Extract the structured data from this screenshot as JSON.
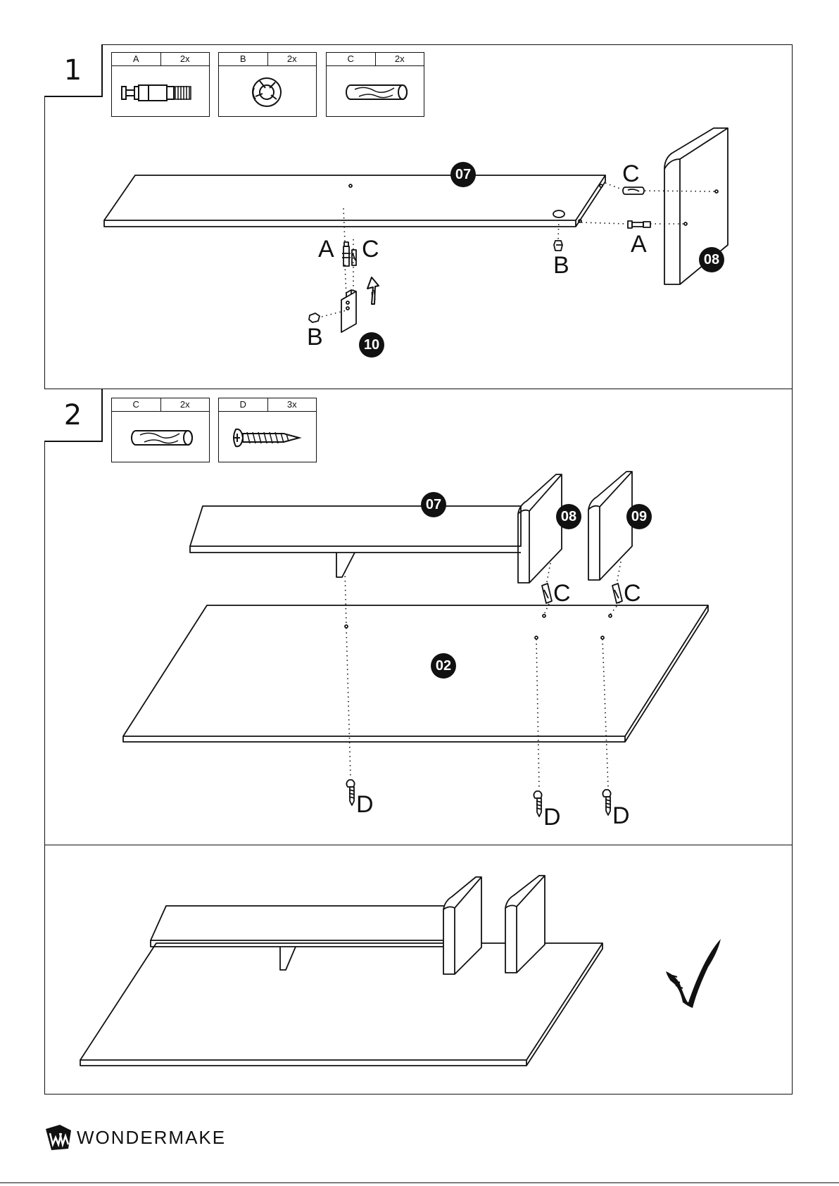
{
  "steps": [
    {
      "number": "1",
      "parts": [
        {
          "letter": "A",
          "qty": "2x",
          "icon": "cam-bolt-icon"
        },
        {
          "letter": "B",
          "qty": "2x",
          "icon": "cam-lock-icon"
        },
        {
          "letter": "C",
          "qty": "2x",
          "icon": "wood-dowel-icon"
        }
      ]
    },
    {
      "number": "2",
      "parts": [
        {
          "letter": "C",
          "qty": "2x",
          "icon": "wood-dowel-icon"
        },
        {
          "letter": "D",
          "qty": "3x",
          "icon": "screw-icon"
        }
      ]
    }
  ],
  "step1_labels": {
    "panel_top": "07",
    "panel_side": "08",
    "panel_support": "10",
    "a": "A",
    "b": "B",
    "c": "C"
  },
  "step2_labels": {
    "panel_top": "07",
    "panel_side_1": "08",
    "panel_side_2": "09",
    "panel_base": "02",
    "c": "C",
    "d": "D"
  },
  "brand": {
    "name": "WONDERMAKE",
    "logo_text": "WM"
  },
  "check_icon": "checkmark-icon"
}
